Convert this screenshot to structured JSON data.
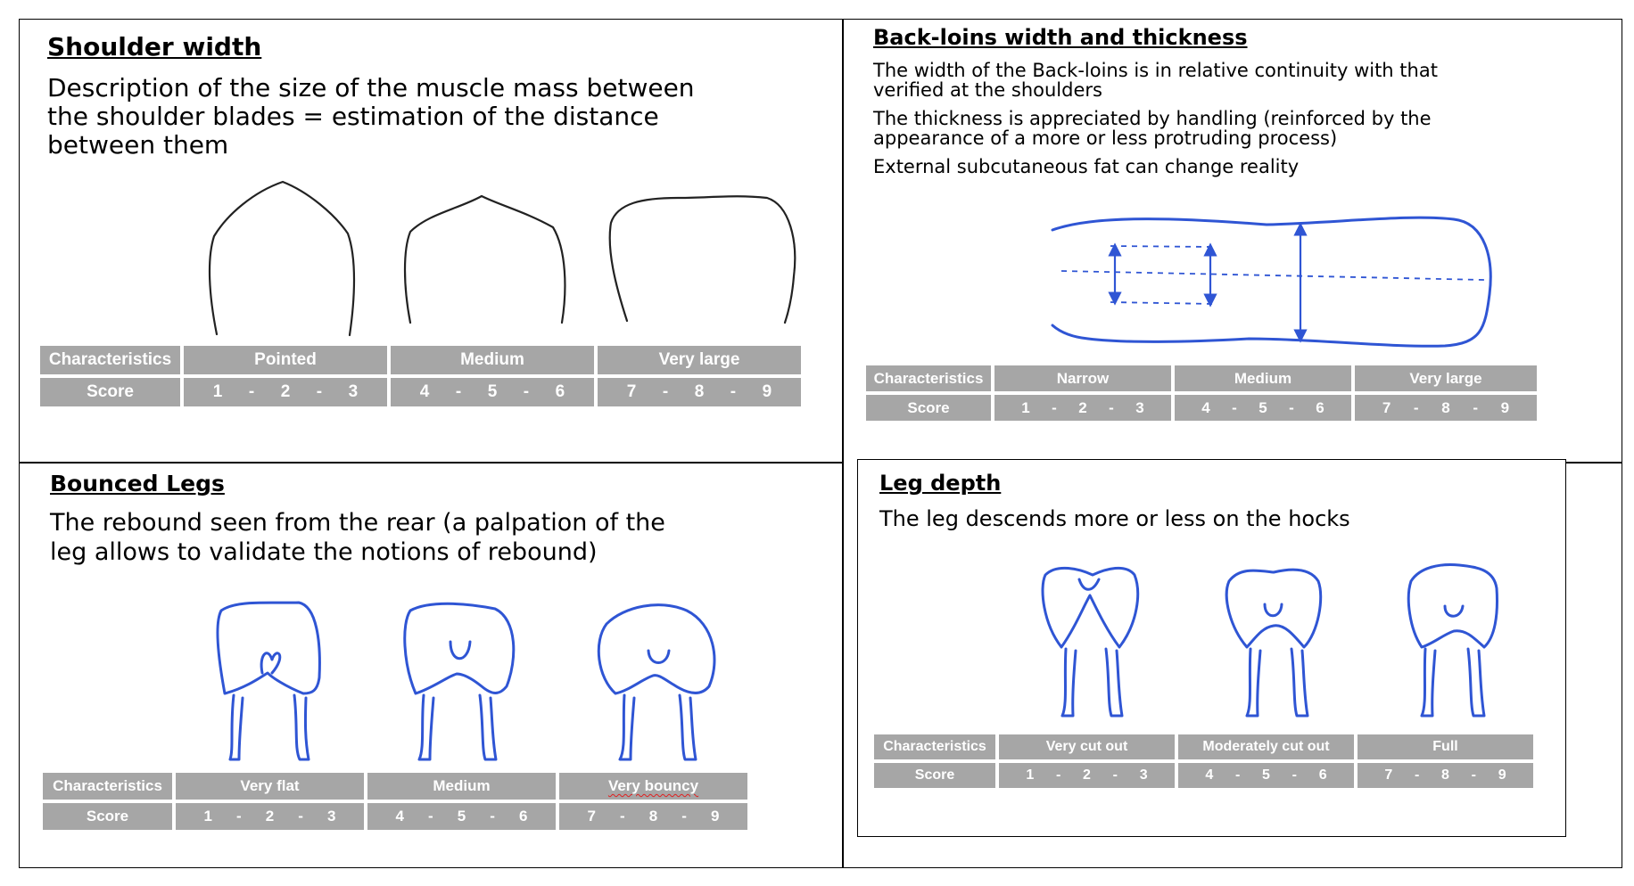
{
  "panels": {
    "shoulder_width": {
      "title": "Shoulder width",
      "description": [
        "Description of the size of the muscle mass between",
        "the shoulder blades = estimation of the distance",
        "between them"
      ],
      "table": {
        "row_labels": [
          "Characteristics",
          "Score"
        ],
        "columns": [
          {
            "label": "Pointed",
            "scores": [
              "1",
              "-",
              "2",
              "-",
              "3"
            ]
          },
          {
            "label": "Medium",
            "scores": [
              "4",
              "-",
              "5",
              "-",
              "6"
            ]
          },
          {
            "label": "Very large",
            "scores": [
              "7",
              "-",
              "8",
              "-",
              "9"
            ]
          }
        ]
      }
    },
    "back_loins": {
      "title": "Back-loins width and thickness",
      "description": [
        [
          "The width of the Back-loins is in relative continuity with that",
          "verified at the shoulders"
        ],
        [
          "The thickness is appreciated by handling (reinforced by the",
          "appearance of a more or less protruding process)"
        ],
        [
          "External subcutaneous fat can change reality"
        ]
      ],
      "table": {
        "row_labels": [
          "Characteristics",
          "Score"
        ],
        "columns": [
          {
            "label": "Narrow",
            "scores": [
              "1",
              "-",
              "2",
              "-",
              "3"
            ]
          },
          {
            "label": "Medium",
            "scores": [
              "4",
              "-",
              "5",
              "-",
              "6"
            ]
          },
          {
            "label": "Very large",
            "scores": [
              "7",
              "-",
              "8",
              "-",
              "9"
            ]
          }
        ]
      }
    },
    "bounced_legs": {
      "title": "Bounced Legs",
      "description": [
        "The rebound seen from the rear (a palpation of the",
        "leg allows to validate the notions of rebound)"
      ],
      "table": {
        "row_labels": [
          "Characteristics",
          "Score"
        ],
        "columns": [
          {
            "label": "Very flat",
            "scores": [
              "1",
              "-",
              "2",
              "-",
              "3"
            ]
          },
          {
            "label": "Medium",
            "scores": [
              "4",
              "-",
              "5",
              "-",
              "6"
            ]
          },
          {
            "label": "Very bouncy",
            "scores": [
              "7",
              "-",
              "8",
              "-",
              "9"
            ]
          }
        ]
      }
    },
    "leg_depth": {
      "title": "Leg depth",
      "description": [
        "The leg descends more or less on the hocks"
      ],
      "table": {
        "row_labels": [
          "Characteristics",
          "Score"
        ],
        "columns": [
          {
            "label": "Very cut out",
            "scores": [
              "1",
              "-",
              "2",
              "-",
              "3"
            ]
          },
          {
            "label": "Moderately cut out",
            "scores": [
              "4",
              "-",
              "5",
              "-",
              "6"
            ]
          },
          {
            "label": "Full",
            "scores": [
              "7",
              "-",
              "8",
              "-",
              "9"
            ]
          }
        ]
      }
    }
  },
  "colors": {
    "table_fill": "#a6a6a6",
    "table_text": "#ffffff",
    "sketch_blue": "#2f55d4",
    "sketch_black": "#222222"
  }
}
